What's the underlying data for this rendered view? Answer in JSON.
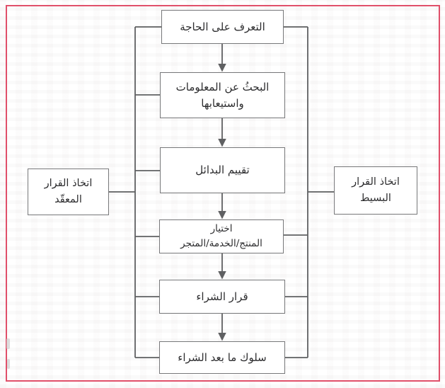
{
  "colors": {
    "frame-red": "#e0506a",
    "line-gray": "#5f6062",
    "box-border": "#77787a",
    "text-dark": "#2d2d2f"
  },
  "flow": {
    "steps": [
      {
        "name": "need-recognition",
        "lines": [
          "التعرف على الحاجة",
          ""
        ]
      },
      {
        "name": "information-search",
        "lines": [
          "البحثُ عن المعلومات",
          "واستيعابها"
        ]
      },
      {
        "name": "alternatives-evaluation",
        "lines": [
          "تقييم البدائل",
          ""
        ]
      },
      {
        "name": "choice-product-service-store",
        "lines": [
          "اختيار",
          "المنتج/الخدمة/المتجر"
        ]
      },
      {
        "name": "purchase-decision",
        "lines": [
          "قرار الشراء",
          ""
        ]
      },
      {
        "name": "post-purchase-behavior",
        "lines": [
          "سلوك ما بعد الشراء",
          ""
        ]
      }
    ],
    "left_branch": {
      "name": "complex-decision-making",
      "lines": [
        "اتخاذ القرار",
        "المعقّد"
      ]
    },
    "right_branch": {
      "name": "simple-decision-making",
      "lines": [
        "اتخاذ القرار",
        "البسيط"
      ]
    }
  }
}
